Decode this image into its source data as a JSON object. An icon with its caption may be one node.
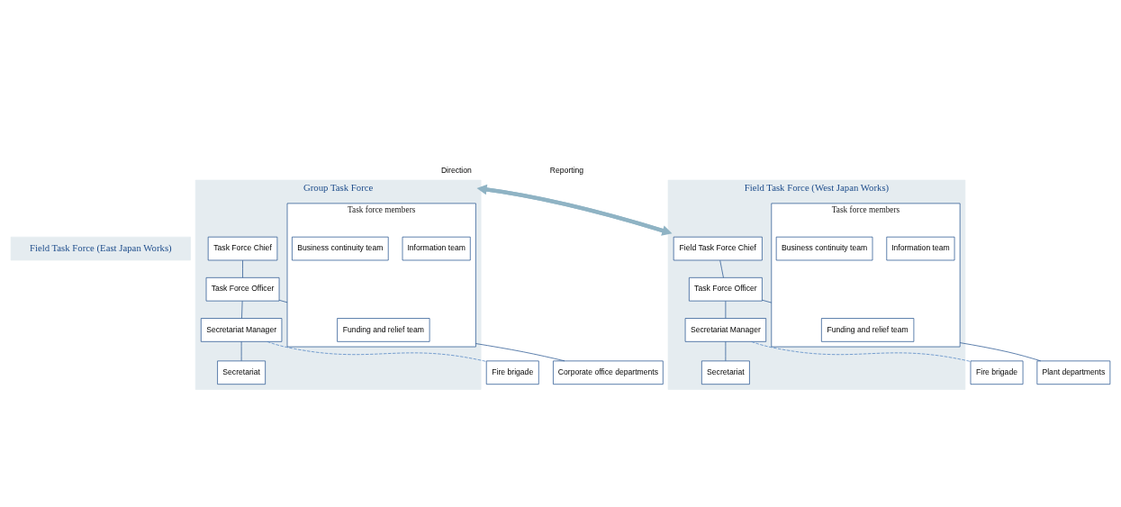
{
  "diagram": {
    "nodes": [
      {
        "text": [
          "Field Task Force (East Japan Works)"
        ]
      },
      {
        "text": [
          "Group Task Force"
        ]
      },
      {
        "text": [
          "Task Force Chief"
        ],
        "in": 1
      },
      {
        "text": [
          "Task Force Officer"
        ],
        "in": 1
      },
      {
        "text": [
          "Secretariat Manager"
        ],
        "in": 1
      },
      {
        "text": [
          "Secretariat"
        ],
        "in": 1
      },
      {
        "text": [
          "Task force members"
        ],
        "in": 1
      },
      {
        "text": [
          "Information team"
        ],
        "in": 6
      },
      {
        "text": [
          "Funding and relief team"
        ],
        "in": 6
      },
      {
        "text": [
          "Business continuity team"
        ],
        "in": 6
      },
      {
        "text": [
          "Field Task Force (West Japan Works)"
        ]
      },
      {
        "text": [
          "Field Task Force Chief"
        ],
        "in": 10
      },
      {
        "text": [
          "Task Force Officer"
        ],
        "in": 10
      },
      {
        "text": [
          "Secretariat Manager"
        ],
        "in": 10
      },
      {
        "text": [
          "Secretariat"
        ],
        "in": 10
      },
      {
        "text": [
          "Task force members"
        ],
        "in": 10
      },
      {
        "text": [
          "Information team"
        ],
        "in": 15
      },
      {
        "text": [
          "Funding and relief team"
        ],
        "in": 15
      },
      {
        "text": [
          "Business continuity team"
        ],
        "in": 15
      },
      {
        "text": [
          "Corporate office departments"
        ]
      },
      {
        "text": [
          "Fire brigade"
        ]
      },
      {
        "text": [
          "Fire brigade"
        ]
      },
      {
        "text": [
          "Plant departments"
        ]
      }
    ],
    "edges": [
      {
        "from": 1,
        "to": 10,
        "arrow": "to",
        "label": "Direction",
        "style": "thick",
        "color": "#8fb3c4"
      },
      {
        "from": 10,
        "to": 1,
        "arrow": "to",
        "label": "Reporting",
        "style": "thick",
        "color": "#8fb3c4"
      },
      {
        "from": 2,
        "to": 3,
        "arrow": "none"
      },
      {
        "from": 3,
        "to": 4,
        "arrow": "none"
      },
      {
        "from": 3,
        "to": 6,
        "arrow": "none"
      },
      {
        "from": 4,
        "to": 5,
        "arrow": "none"
      },
      {
        "from": 4,
        "to": 20,
        "arrow": "none",
        "style": "dashed",
        "color": "#4a7fc1"
      },
      {
        "from": 6,
        "to": 19,
        "arrow": "none"
      },
      {
        "from": 11,
        "to": 12,
        "arrow": "none"
      },
      {
        "from": 12,
        "to": 13,
        "arrow": "none"
      },
      {
        "from": 12,
        "to": 15,
        "arrow": "none"
      },
      {
        "from": 13,
        "to": 14,
        "arrow": "none"
      },
      {
        "from": 13,
        "to": 21,
        "arrow": "none",
        "style": "dashed",
        "color": "#4a7fc1"
      },
      {
        "from": 15,
        "to": 22,
        "arrow": "none"
      }
    ]
  }
}
